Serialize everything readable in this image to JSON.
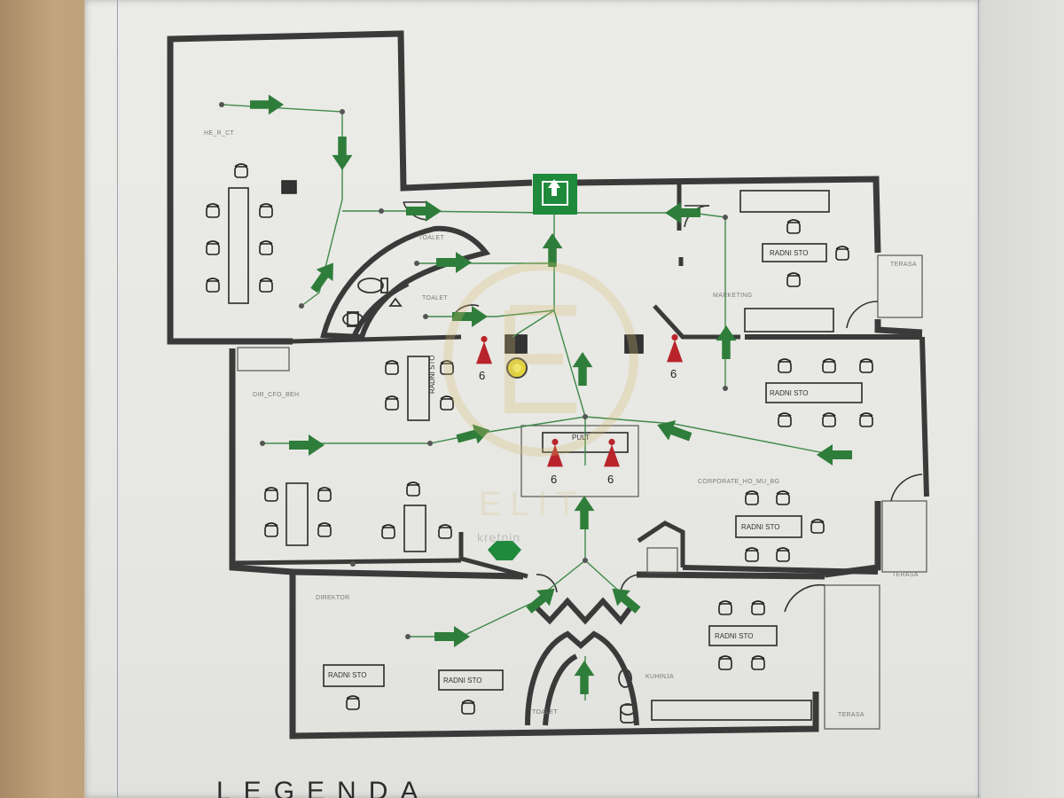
{
  "legend": {
    "title": "LEGENDA"
  },
  "watermark": {
    "brand": "ELIT",
    "sub": "kretnin"
  },
  "rooms": {
    "top_left": "HE_R_CT",
    "toilet_upper": "TOALET",
    "toilet_lower": "TOALET",
    "marketing": "MARKETING",
    "terasa_top": "TERASA",
    "mid_left": "DIR_CFO_BEH",
    "corporate": "CORPORATE_HO_MU_BG",
    "terasa_right": "TERASA",
    "direktor": "DIREKTOR",
    "kuhinja": "KUHINJA",
    "toalet_bottom": "TOALET",
    "terasa_bottom": "TERASA",
    "pult": "PULT"
  },
  "desks": {
    "rd1": "RADNI STO",
    "rd2": "RADNI STO",
    "rd3": "RADNI STO",
    "rd4": "RADNI STO",
    "rd5": "RADNI STO",
    "rd6": "RADNI STO",
    "rd7": "RADNI STO"
  },
  "extinguishers": [
    {
      "count": "6"
    },
    {
      "count": "6"
    },
    {
      "count": "6"
    },
    {
      "count": "6"
    }
  ],
  "colors": {
    "wall": "#3a3a3a",
    "arrow": "#2f7d3a",
    "route": "#3f8a4a",
    "extinguisher": "#b8242a",
    "exit": "#1f8a3c"
  },
  "icons": {
    "exit": "emergency-exit-icon",
    "extinguisher": "fire-extinguisher-icon",
    "alarm": "fire-alarm-icon",
    "first_aid": "first-aid-icon"
  }
}
